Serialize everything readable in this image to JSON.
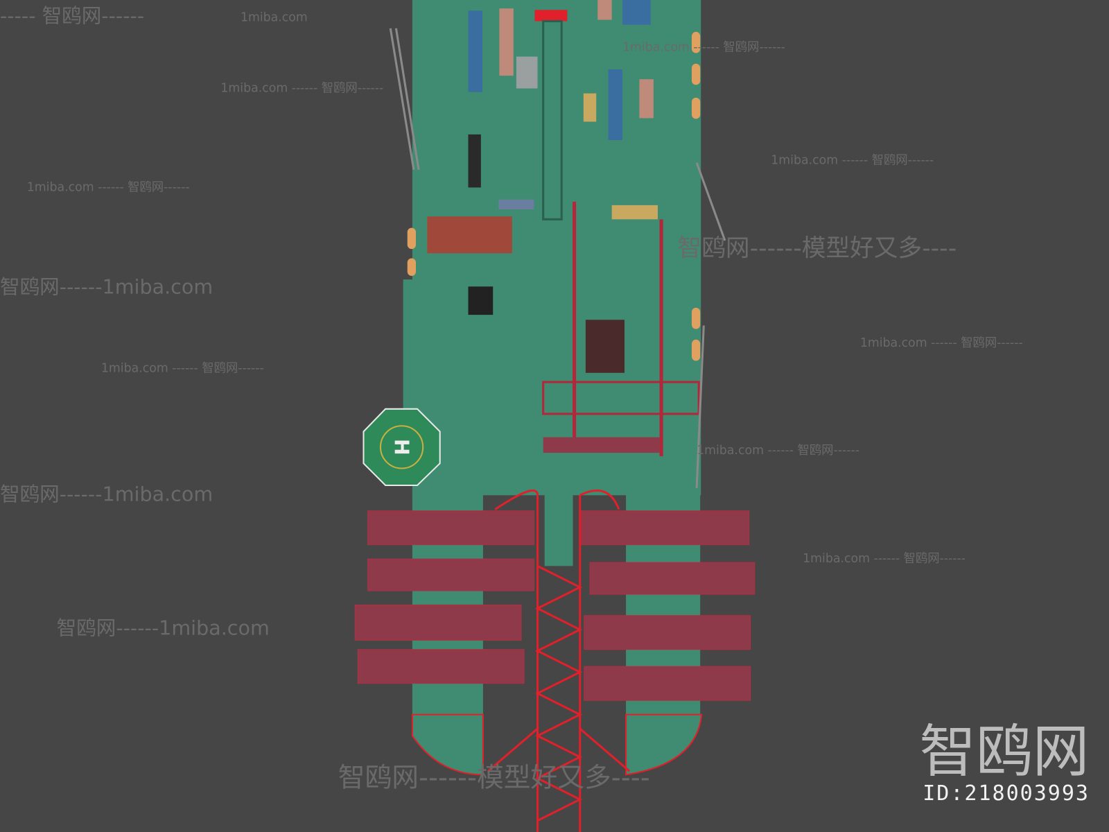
{
  "watermark": {
    "brand": "智鸥网",
    "site": "1miba.com",
    "slogan": "智鸥网------模型好又多----",
    "line_a": "----- 智鸥网------",
    "line_b": "1miba.com ------ 智鸥网------",
    "line_c": "智鸥网------1miba.com",
    "logo_text": "智鸥网",
    "id_label": "ID:218003993"
  },
  "helipad": {
    "mark": "H"
  },
  "colors": {
    "background": "#464646",
    "deck": "#3f8c72",
    "structure_red": "#e0202a",
    "arm_maroon": "#8e3a4a"
  }
}
